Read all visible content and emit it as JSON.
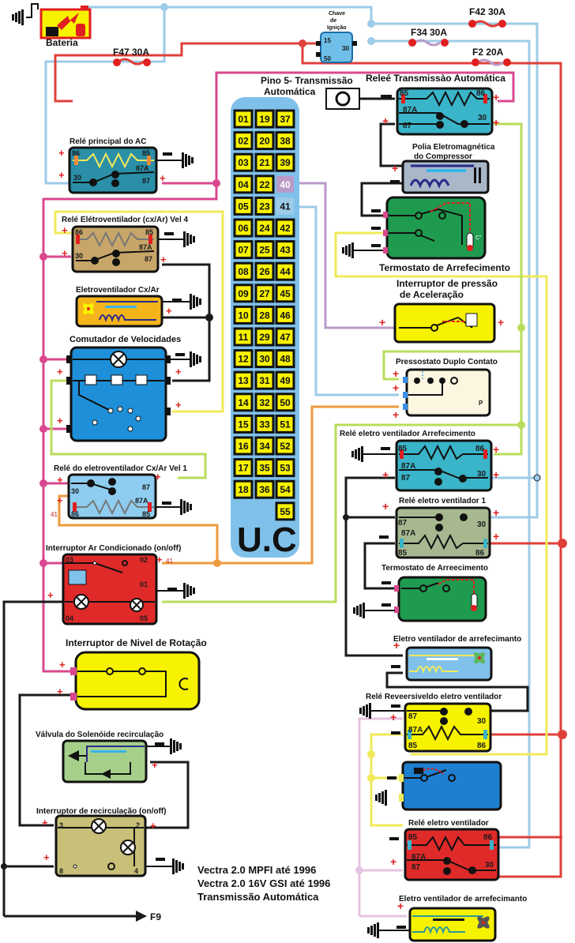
{
  "colors": {
    "wire_blue": "#9ecbe8",
    "wire_red": "#e0403a",
    "wire_pink": "#d9488f",
    "wire_yellow": "#f0ea5a",
    "wire_green": "#b8dd5a",
    "wire_orange": "#ee9a3e",
    "wire_purple": "#b99ac8",
    "wire_lilac": "#e4c4e0",
    "wire_black": "#1a1a1a",
    "uc_blue": "#7fc1ea",
    "pin_yellow": "#f7f200"
  },
  "battery": {
    "label": "Bateria"
  },
  "ignition": {
    "label_lines": [
      "Chave",
      "de",
      "Ignição"
    ],
    "pins": [
      "15",
      "30",
      "50"
    ]
  },
  "fuses": [
    {
      "id": "F47",
      "label": "F47 30A"
    },
    {
      "id": "F42",
      "label": "F42 30A"
    },
    {
      "id": "F34",
      "label": "F34 30A"
    },
    {
      "id": "F2",
      "label": "F2 20A"
    }
  ],
  "uc": {
    "title_lines": [
      "Pino 5- Transmissão",
      "Automática"
    ],
    "label": "U.C",
    "columns": [
      [
        "01",
        "02",
        "03",
        "04",
        "05",
        "06",
        "07",
        "08",
        "09",
        "10",
        "11",
        "12",
        "13",
        "14",
        "15",
        "16",
        "17",
        "18"
      ],
      [
        "19",
        "20",
        "21",
        "22",
        "23",
        "24",
        "25",
        "26",
        "27",
        "28",
        "29",
        "30",
        "31",
        "32",
        "33",
        "34",
        "35",
        "36"
      ],
      [
        "37",
        "38",
        "39",
        "40",
        "41",
        "42",
        "43",
        "44",
        "45",
        "46",
        "47",
        "48",
        "49",
        "50",
        "51",
        "52",
        "53",
        "54",
        "55"
      ]
    ],
    "highlighted": {
      "40": "#b99ac8",
      "41": "#9ecbe8"
    }
  },
  "components": {
    "rele_transmissao": {
      "title": "Releé Transmissào Automática",
      "pins": [
        "85",
        "86",
        "87A",
        "87",
        "30"
      ]
    },
    "polia": {
      "title_lines": [
        "Polia Eletromagnética",
        "do Compressor"
      ]
    },
    "termostato_1": {
      "title": "Termostato de Arrefecimento",
      "unit": "C°"
    },
    "interruptor_pressao": {
      "title_lines": [
        "Interruptor de pressão",
        "de Aceleração"
      ]
    },
    "pressostato": {
      "title": "Pressostato Duplo Contato",
      "mark": "P"
    },
    "rele_arrefecimento": {
      "title": "Relé eletro ventilador Arrefecimento",
      "pins": [
        "85",
        "86",
        "87A",
        "87",
        "30"
      ]
    },
    "rele_ventilador_1": {
      "title": "Relé eletro ventilador 1",
      "pins": [
        "87",
        "30",
        "87A",
        "85",
        "86"
      ]
    },
    "termostato_2": {
      "title": "Termostato de Arreecimento"
    },
    "eletroventilador_1": {
      "title": "Eletro ventilador de arrefecimanto"
    },
    "rele_reversivel": {
      "title": "Relé Reveersiveldo eletro ventilador",
      "pins": [
        "87",
        "30",
        "87A",
        "85",
        "86"
      ]
    },
    "rele_ventilador": {
      "title": "Relé eletro ventilador",
      "pins": [
        "85",
        "86",
        "87A",
        "87",
        "30"
      ]
    },
    "eletroventilador_2": {
      "title": "Eletro ventilador de arrefecimanto"
    },
    "rele_principal_ac": {
      "title": "Relé principal do AC",
      "pins": [
        "86",
        "85",
        "87A",
        "30",
        "87"
      ]
    },
    "rele_vel4": {
      "title": "Relé Elétroventilador (cx/Ar) Vel 4",
      "pins": [
        "86",
        "85",
        "87A",
        "30",
        "87"
      ]
    },
    "eletroventilador_cxar": {
      "title": "Eletroventilador Cx/Ar"
    },
    "comutador": {
      "title": "Comutador de Velocidades"
    },
    "rele_vel1": {
      "title": "Relé do eletroventilador Cx/Ar Vel 1",
      "pins": [
        "30",
        "87",
        "87A",
        "86",
        "85"
      ],
      "wire_tag": "41"
    },
    "interruptor_ac": {
      "title": "Interruptor Ar Condicionado (on/off)",
      "pins": [
        "03",
        "02",
        "01",
        "04",
        "05"
      ],
      "wire_tag": "41"
    },
    "interruptor_rotacao": {
      "title": "Interruptor de Nivel de Rotação"
    },
    "valvula_solenoide": {
      "title": "Válvula do Solenóide recirculação"
    },
    "interruptor_recirculacao": {
      "title": "Interruptor de recirculação (on/off)",
      "pins": [
        "3",
        "2",
        "8",
        "4"
      ]
    }
  },
  "footer": {
    "lines": [
      "Vectra 2.0 MPFI até 1996",
      "Vectra 2.0 16V GSI até 1996",
      "Transmissão Automática"
    ],
    "arrow_label": "F9"
  }
}
